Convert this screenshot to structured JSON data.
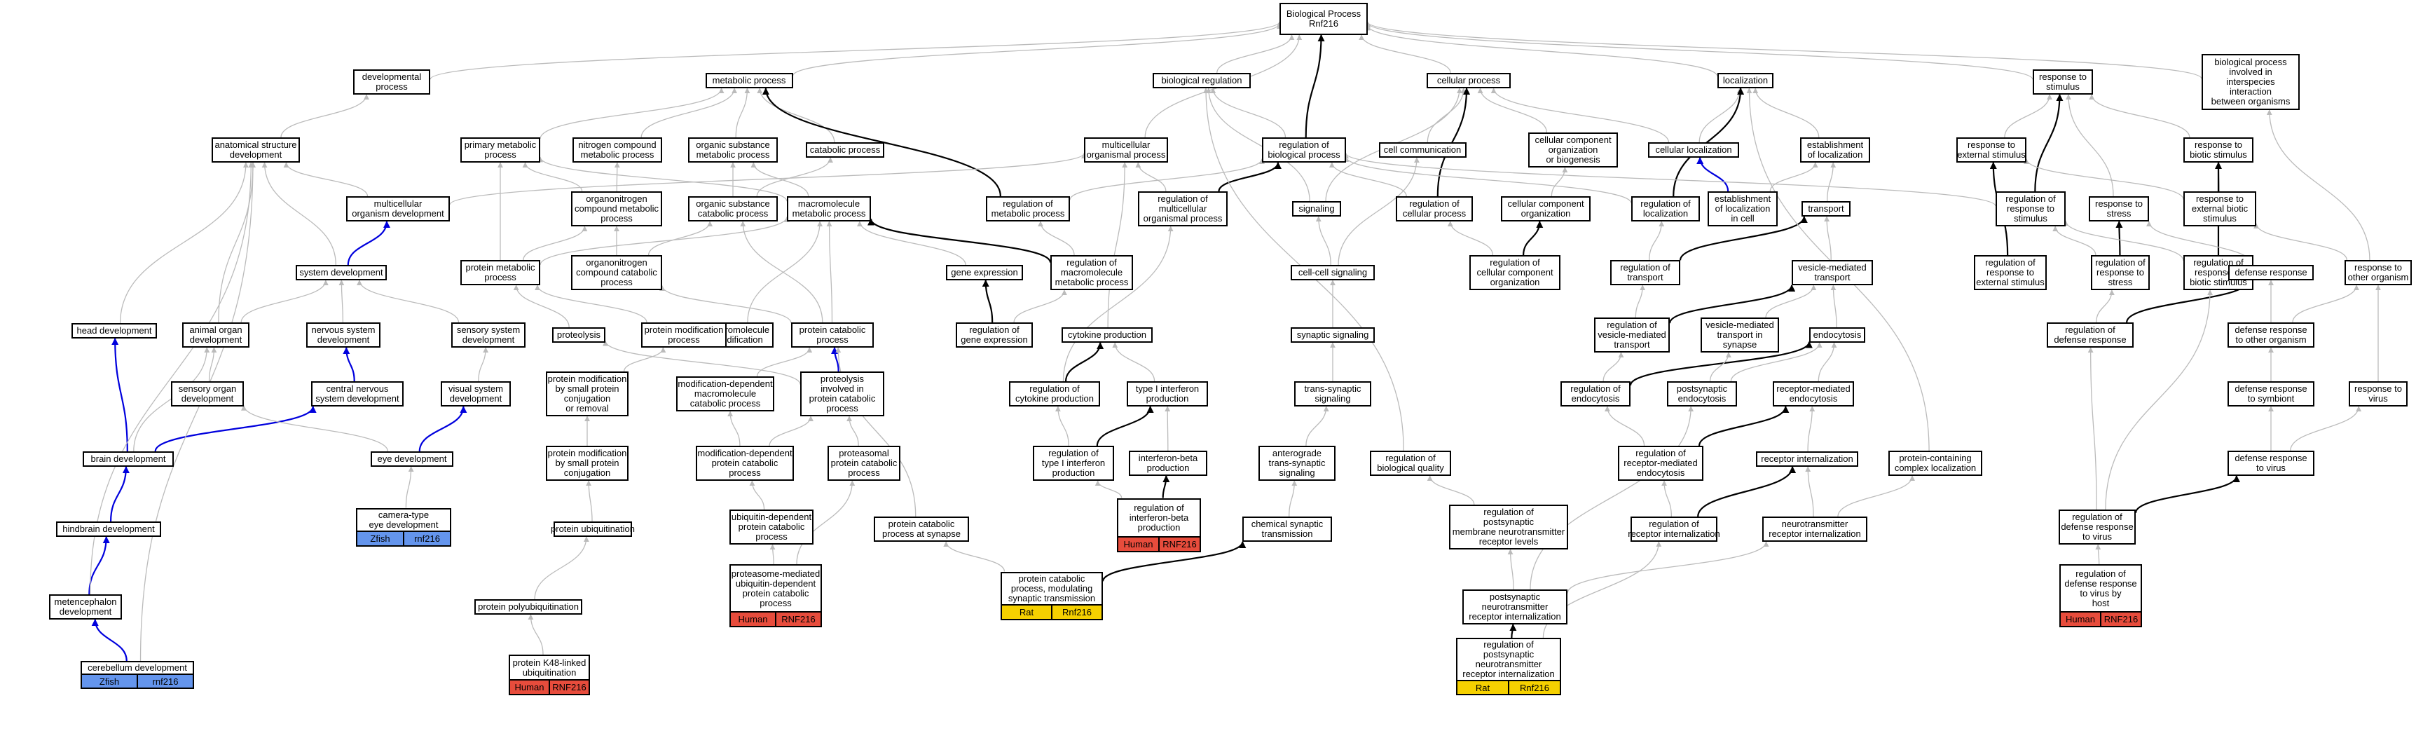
{
  "colors": {
    "gray_edge": "#bbbbbb",
    "black_edge": "#000000",
    "blue_edge": "#0000dd",
    "zfish": "#6495ed",
    "human": "#e74c3c",
    "rat": "#f5d000"
  },
  "nodes": {
    "bp": "Biological Process\nRnf216",
    "developmental_process": "developmental\nprocess",
    "metabolic_process": "metabolic process",
    "biological_regulation": "biological regulation",
    "cellular_process": "cellular process",
    "localization": "localization",
    "response_to_stimulus": "response to\nstimulus",
    "interspecies": "biological process\ninvolved in\ninterspecies\ninteraction\nbetween organisms",
    "anatomical_structure_development": "anatomical structure\ndevelopment",
    "primary_metabolic_process": "primary metabolic\nprocess",
    "nitrogen_compound_metabolic_process": "nitrogen compound\nmetabolic process",
    "organic_substance_metabolic_process": "organic substance\nmetabolic process",
    "catabolic_process": "catabolic process",
    "multicellular_organismal_process": "multicellular\norganismal process",
    "regulation_of_biological_process": "regulation of\nbiological process",
    "cell_communication": "cell communication",
    "ccob": "cellular component\norganization\nor biogenesis",
    "cellular_localization": "cellular localization",
    "establishment_of_localization": "establishment\nof localization",
    "response_to_external_stimulus": "response to\nexternal stimulus",
    "response_to_biotic_stimulus": "response to\nbiotic stimulus",
    "multicellular_organism_development": "multicellular\norganism development",
    "organonitrogen_compound_metabolic_process": "organonitrogen\ncompound metabolic\nprocess",
    "macromolecule_metabolic_process": "macromolecule\nmetabolic process",
    "regulation_of_metabolic_process": "regulation of\nmetabolic process",
    "regulation_of_multicellular_organismal_process": "regulation of\nmulticellular\norganismal process",
    "signaling": "signaling",
    "regulation_of_cellular_process": "regulation of\ncellular process",
    "cellular_component_organization": "cellular component\norganization",
    "regulation_of_localization": "regulation of\nlocalization",
    "establishment_of_localization_in_cell": "establishment\nof localization\nin cell",
    "transport": "transport",
    "regulation_of_response_to_stimulus": "regulation of\nresponse to\nstimulus",
    "response_to_stress": "response to\nstress",
    "response_to_external_biotic_stimulus": "response to\nexternal biotic\nstimulus",
    "system_development": "system development",
    "protein_metabolic_process": "protein metabolic\nprocess",
    "organic_substance_catabolic_process": "organic substance\ncatabolic process",
    "organonitrogen_compound_catabolic_process": "organonitrogen\ncompound catabolic\nprocess",
    "gene_expression": "gene expression",
    "regulation_of_macromolecule_metabolic_process": "regulation of\nmacromolecule\nmetabolic process",
    "cell_cell_signaling": "cell-cell signaling",
    "regulation_of_cellular_component_organization": "regulation of\ncellular component\norganization",
    "regulation_of_transport": "regulation of\ntransport",
    "vesicle_mediated_transport": "vesicle-mediated\ntransport",
    "regulation_of_response_to_external_stimulus": "regulation of\nresponse to\nexternal stimulus",
    "regulation_of_response_to_stress": "regulation of\nresponse to\nstress",
    "regulation_of_response_to_biotic_stimulus": "regulation of\nresponse to\nbiotic stimulus",
    "defense_response": "defense response",
    "response_to_other_organism": "response to\nother organism",
    "head_development": "head development",
    "animal_organ_development": "animal organ\ndevelopment",
    "nervous_system_development": "nervous system\ndevelopment",
    "sensory_system_development": "sensory system\ndevelopment",
    "macromolecule_modification": "macromolecule\nmodification",
    "macromolecule_catabolic_process": "macromolecule\ncatabolic process",
    "proteolysis": "proteolysis",
    "protein_modification_process": "protein modification\nprocess",
    "protein_catabolic_process": "protein catabolic\nprocess",
    "regulation_of_gene_expression": "regulation of\ngene expression",
    "cytokine_production": "cytokine production",
    "synaptic_signaling": "synaptic signaling",
    "regulation_of_vesicle_mediated_transport": "regulation of\nvesicle-mediated\ntransport",
    "vesicle_mediated_transport_in_synapse": "vesicle-mediated\ntransport in\nsynapse",
    "endocytosis": "endocytosis",
    "regulation_of_defense_response": "regulation of\ndefense response",
    "defense_response_to_other_organism": "defense response\nto other organism",
    "sensory_organ_development": "sensory organ\ndevelopment",
    "cns_development": "central nervous\nsystem development",
    "visual_system_development": "visual system\ndevelopment",
    "pm_small_protein_conj_or_removal": "protein modification\nby small protein\nconjugation\nor removal",
    "modification_dependent_macromolecule_catabolic_process": "modification-dependent\nmacromolecule\ncatabolic process",
    "proteolysis_involved_in_protein_catabolic_process": "proteolysis\ninvolved in\nprotein catabolic\nprocess",
    "regulation_of_cytokine_production": "regulation of\ncytokine production",
    "type_i_interferon_production": "type I interferon\nproduction",
    "trans_synaptic_signaling": "trans-synaptic\nsignaling",
    "regulation_of_endocytosis": "regulation of\nendocytosis",
    "postsynaptic_endocytosis": "postsynaptic\nendocytosis",
    "receptor_mediated_endocytosis": "receptor-mediated\nendocytosis",
    "defense_response_to_symbiont": "defense response\nto symbiont",
    "response_to_virus": "response to\nvirus",
    "brain_development": "brain development",
    "eye_development": "eye development",
    "pm_small_protein_conj": "protein modification\nby small protein\nconjugation",
    "modification_dependent_protein_catabolic_process": "modification-dependent\nprotein catabolic\nprocess",
    "proteasomal_protein_catabolic_process": "proteasomal\nprotein catabolic\nprocess",
    "regulation_of_type_i_interferon_production": "regulation of\ntype I interferon\nproduction",
    "interferon_beta_production": "interferon-beta\nproduction",
    "anterograde_trans_synaptic_signaling": "anterograde\ntrans-synaptic\nsignaling",
    "regulation_of_biological_quality": "regulation of\nbiological quality",
    "regulation_of_receptor_mediated_endocytosis": "regulation of\nreceptor-mediated\nendocytosis",
    "receptor_internalization": "receptor internalization",
    "protein_containing_complex_localization": "protein-containing\ncomplex localization",
    "defense_response_to_virus": "defense response\nto virus",
    "camera_type_eye_development": "camera-type\neye development",
    "hindbrain_development": "hindbrain development",
    "protein_ubiquitination": "protein ubiquitination",
    "ubiquitin_dependent_protein_catabolic_process": "ubiquitin-dependent\nprotein catabolic\nprocess",
    "protein_catabolic_process_at_synapse": "protein catabolic\nprocess at synapse",
    "regulation_of_interferon_beta_production": "regulation of\ninterferon-beta\nproduction",
    "chemical_synaptic_transmission": "chemical synaptic\ntransmission",
    "regulation_of_postsynaptic_membrane_ntr_levels": "regulation of\npostsynaptic\nmembrane neurotransmitter\nreceptor levels",
    "regulation_of_receptor_internalization": "regulation of\nreceptor internalization",
    "neurotransmitter_receptor_internalization": "neurotransmitter\nreceptor internalization",
    "regulation_of_defense_response_to_virus": "regulation of\ndefense response\nto virus",
    "metencephalon_development": "metencephalon\ndevelopment",
    "protein_polyubiquitination": "protein polyubiquitination",
    "proteasome_mediated_ubiquitin_dependent_pcp": "proteasome-mediated\nubiquitin-dependent\nprotein catabolic\nprocess",
    "protein_catabolic_process_modulating_synaptic_transmission": "protein catabolic\nprocess, modulating\nsynaptic transmission",
    "postsynaptic_ntr_internalization": "postsynaptic\nneurotransmitter\nreceptor internalization",
    "regulation_of_defense_response_to_virus_by_host": "regulation of\ndefense response\nto virus by\nhost",
    "cerebellum_development": "cerebellum development",
    "protein_k48_linked_ubiquitination": "protein K48-linked\nubiquitination",
    "regulation_of_postsynaptic_ntr_internalization": "regulation of\npostsynaptic\nneurotransmitter\nreceptor internalization"
  },
  "annotations": {
    "camera_type_eye_development": [
      "Zfish",
      "rnf216"
    ],
    "cerebellum_development": [
      "Zfish",
      "rnf216"
    ],
    "regulation_of_interferon_beta_production": [
      "Human",
      "RNF216"
    ],
    "proteasome_mediated_ubiquitin_dependent_pcp": [
      "Human",
      "RNF216"
    ],
    "protein_k48_linked_ubiquitination": [
      "Human",
      "RNF216"
    ],
    "regulation_of_defense_response_to_virus_by_host": [
      "Human",
      "RNF216"
    ],
    "protein_catabolic_process_modulating_synaptic_transmission": [
      "Rat",
      "Rnf216"
    ],
    "regulation_of_postsynaptic_ntr_internalization": [
      "Rat",
      "Rnf216"
    ]
  }
}
